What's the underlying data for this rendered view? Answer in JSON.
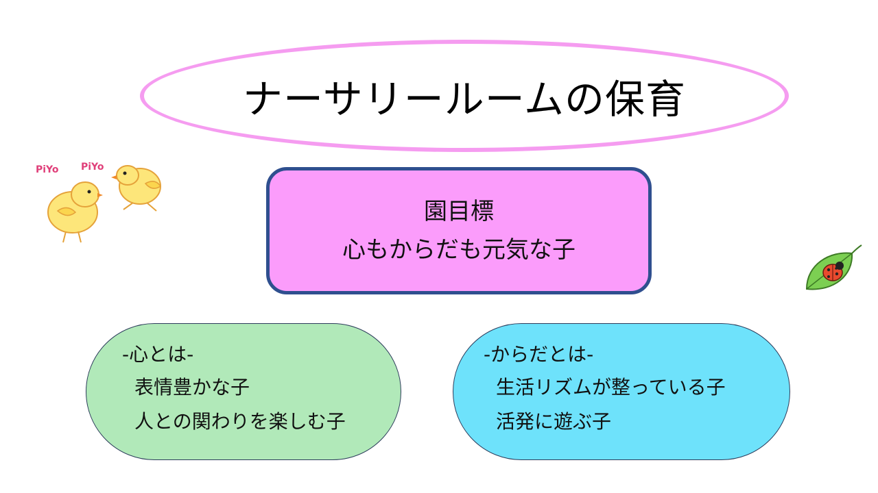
{
  "slide": {
    "title": "ナーサリールームの保育",
    "goal": {
      "heading": "園目標",
      "text": "心もからだも元気な子"
    },
    "kokoro": {
      "heading": "-心とは-",
      "items": [
        "表情豊かな子",
        "人との関わりを楽しむ子"
      ]
    },
    "karada": {
      "heading": "-からだとは-",
      "items": [
        "生活リズムが整っている子",
        "活発に遊ぶ子"
      ]
    },
    "illustration": {
      "chick_text_1": "PiYo",
      "chick_text_2": "PiYo",
      "chick_icon": "chick-icon",
      "ladybug_icon": "ladybug-on-leaf-icon"
    }
  },
  "colors": {
    "title_border": "#f59cf0",
    "goal_fill": "#fb9cfb",
    "goal_border": "#2f4f8f",
    "kokoro_fill": "#b1e9b9",
    "karada_fill": "#6ee2fb"
  }
}
